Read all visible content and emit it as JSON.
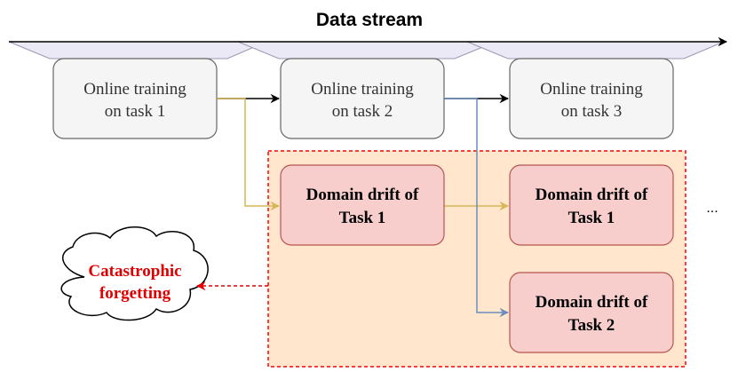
{
  "title": "Data stream",
  "online_boxes": [
    {
      "line1": "Online training",
      "line2": "on task 1"
    },
    {
      "line1": "Online training",
      "line2": "on task 2"
    },
    {
      "line1": "Online training",
      "line2": "on task 3"
    }
  ],
  "drift_boxes": [
    {
      "line1": "Domain drift of",
      "line2": "Task 1"
    },
    {
      "line1": "Domain drift of",
      "line2": "Task 1"
    },
    {
      "line1": "Domain drift of",
      "line2": "Task 2"
    }
  ],
  "cloud": {
    "line1": "Catastrophic",
    "line2": "forgetting"
  },
  "ellipsis": "...",
  "colors": {
    "online_fill": "#f5f5f5",
    "online_stroke": "#666666",
    "drift_fill": "#f8cecc",
    "drift_stroke": "#b85450",
    "region_fill": "#ffe6cc",
    "region_stroke": "#ff0000",
    "gold_arrow": "#d6b656",
    "blue_arrow": "#6c8ebf",
    "funnel_fill": "#ebe9f5",
    "funnel_stroke": "#9a98b3",
    "red_text": "#e00000"
  }
}
